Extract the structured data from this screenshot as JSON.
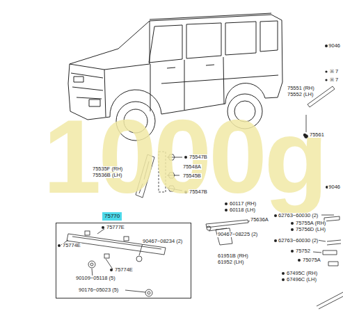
{
  "diagram": {
    "nodes": [
      {
        "text": [
          "75770"
        ]
      }
    ],
    "labels": [
      "1000g",
      "9046",
      "※ 7",
      "※ 7",
      "75551 (RH)",
      "75552 (LH)",
      "75561",
      "75547B",
      "75535F (RH)",
      "75536B (LH)",
      "75548A",
      "75545B",
      "75547B",
      "9046",
      "60117 (RH)",
      "60118 (LH)",
      "62763−60030 (2)",
      "75636A",
      "75755A (RH)",
      "75756D (LH)",
      "90467−08225 (2)",
      "62763−60030 (2)",
      "75752",
      "61951B (RH)",
      "61952 (LH)",
      "75075A",
      "67495C (RH)",
      "67496C (LH)",
      "75777E",
      "75774E",
      "90467−08234 (2)",
      "75774E",
      "90109−05118 (5)",
      "90176−05023 (5)"
    ]
  }
}
